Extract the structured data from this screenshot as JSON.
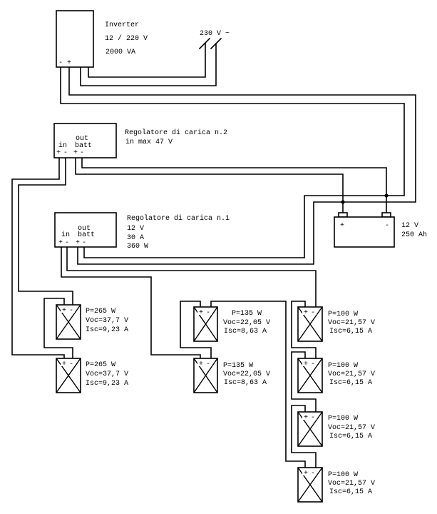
{
  "inverter": {
    "title": "Inverter",
    "voltage": "12 / 220 V",
    "power": "2000 VA",
    "terminal_minus": "-",
    "terminal_plus": "+"
  },
  "ac_output": {
    "label": "230 V ~"
  },
  "regulator_2": {
    "title": "Regolatore di carica n.2",
    "spec": "in max 47 V",
    "out_label": "out",
    "in_label": "in",
    "batt_label": "batt",
    "in_plus": "+",
    "in_minus": "-",
    "batt_plus": "+",
    "batt_minus": "-"
  },
  "regulator_1": {
    "title": "Regolatore di carica n.1",
    "specs": [
      "12 V",
      "30 A",
      "360 W"
    ],
    "out_label": "out",
    "in_label": "in",
    "batt_label": "batt",
    "in_plus": "+",
    "in_minus": "-",
    "batt_plus": "+",
    "batt_minus": "-"
  },
  "battery": {
    "plus": "+",
    "minus": "-",
    "voltage": "12 V",
    "capacity": "250 Ah"
  },
  "panels": [
    {
      "group": "265W",
      "plus": "+",
      "minus": "-",
      "power": "P=265 W",
      "voc": "Voc=37,7 V",
      "isc": "Isc=9,23 A"
    },
    {
      "group": "265W",
      "plus": "+",
      "minus": "-",
      "power": "P=265 W",
      "voc": "Voc=37,7 V",
      "isc": "Isc=9,23 A"
    },
    {
      "group": "135W",
      "plus": "+",
      "minus": "-",
      "power": "P=135 W",
      "voc": "Voc=22,05 V",
      "isc": "Isc=8,63 A"
    },
    {
      "group": "135W",
      "plus": "+",
      "minus": "-",
      "power": "P=135 W",
      "voc": "Voc=22,05 V",
      "isc": "Isc=8,63 A"
    },
    {
      "group": "100W",
      "plus": "+",
      "minus": "-",
      "power": "P=100 W",
      "voc": "Voc=21,57 V",
      "isc": "Isc=6,15 A"
    },
    {
      "group": "100W",
      "plus": "+",
      "minus": "-",
      "power": "P=100 W",
      "voc": "Voc=21,57 V",
      "isc": "Isc=6,15 A"
    },
    {
      "group": "100W",
      "plus": "+",
      "minus": "-",
      "power": "P=100 W",
      "voc": "Voc=21,57 V",
      "isc": "Isc=6,15 A"
    },
    {
      "group": "100W",
      "plus": "+",
      "minus": "-",
      "power": "P=100 W",
      "voc": "Voc=21,57 V",
      "isc": "Isc=6,15 A"
    }
  ]
}
